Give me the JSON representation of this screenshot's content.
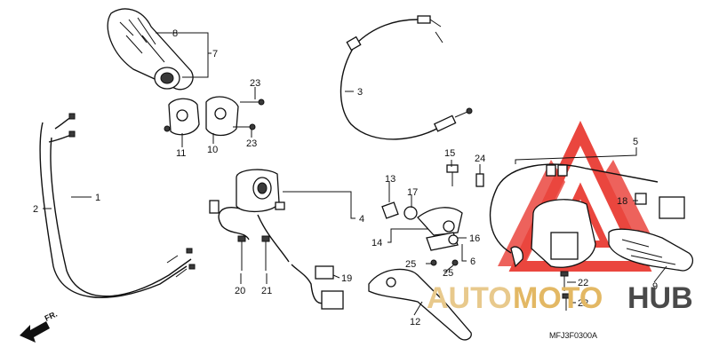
{
  "callouts": [
    {
      "id": "c8",
      "text": "8"
    },
    {
      "id": "c7",
      "text": "7"
    },
    {
      "id": "c23a",
      "text": "23"
    },
    {
      "id": "c23b",
      "text": "23"
    },
    {
      "id": "c11",
      "text": "11"
    },
    {
      "id": "c10",
      "text": "10"
    },
    {
      "id": "c3",
      "text": "3"
    },
    {
      "id": "c1",
      "text": "1"
    },
    {
      "id": "c2",
      "text": "2"
    },
    {
      "id": "c13",
      "text": "13"
    },
    {
      "id": "c17",
      "text": "17"
    },
    {
      "id": "c4",
      "text": "4"
    },
    {
      "id": "c15",
      "text": "15"
    },
    {
      "id": "c24",
      "text": "24"
    },
    {
      "id": "c14",
      "text": "14"
    },
    {
      "id": "c16",
      "text": "16"
    },
    {
      "id": "c25a",
      "text": "25"
    },
    {
      "id": "c25b",
      "text": "25"
    },
    {
      "id": "c6",
      "text": "6"
    },
    {
      "id": "c5",
      "text": "5"
    },
    {
      "id": "c18",
      "text": "18"
    },
    {
      "id": "c22a",
      "text": "22"
    },
    {
      "id": "c22b",
      "text": "22"
    },
    {
      "id": "c9",
      "text": "9"
    },
    {
      "id": "c19",
      "text": "19"
    },
    {
      "id": "c20",
      "text": "20"
    },
    {
      "id": "c21",
      "text": "21"
    },
    {
      "id": "c12",
      "text": "12"
    }
  ],
  "direction_label": "FR.",
  "diagram_code": "MFJ3F0300A",
  "watermark": {
    "part1": "AUTO",
    "part2": "MOTO",
    "part3": "HUB",
    "color_light": "#e8c98c",
    "color_mid": "#e3b864",
    "color_dark": "#4a4a4a",
    "triangle_color": "#e8322a"
  }
}
